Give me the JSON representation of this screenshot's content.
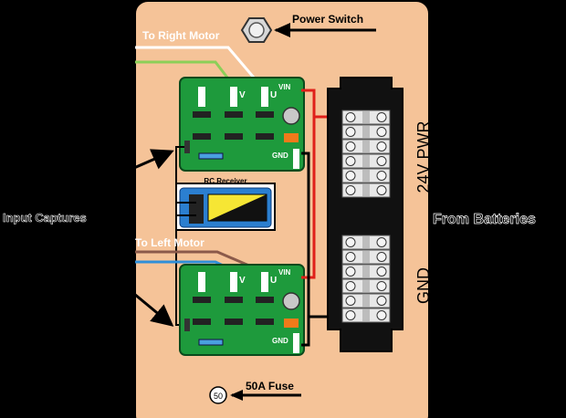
{
  "colors": {
    "background": "#000000",
    "panel": "#f5c398",
    "pcb": "#1e9a3c",
    "rc_receiver_body": "#2b7fd0",
    "wire_power": "#e0201a",
    "wire_gnd": "#000000",
    "wire_green": "#8ccf58",
    "wire_white": "#ffffff",
    "wire_brown": "#8b5a4a",
    "wire_blue": "#2f8fd8"
  },
  "labels": {
    "power_switch": "Power Switch",
    "to_right_motor": "To Right Motor",
    "to_left_motor": "To Left Motor",
    "rc_receiver": "RC Receiver",
    "input_captures": "Input Captures",
    "from_batteries": "From Batteries",
    "pwr_bus": "24V PWR",
    "gnd_bus": "GND",
    "fuse": "50A Fuse",
    "fuse_rating": "50"
  },
  "motor_controller_top": {
    "v": "V",
    "u": "U",
    "vin": "VIN",
    "gnd": "GND"
  },
  "motor_controller_bottom": {
    "v": "V",
    "u": "U",
    "vin": "VIN",
    "gnd": "GND"
  },
  "icons": {
    "power_switch": "hex-switch-icon",
    "fuse": "fuse-icon",
    "arrow": "arrow-left-icon"
  }
}
